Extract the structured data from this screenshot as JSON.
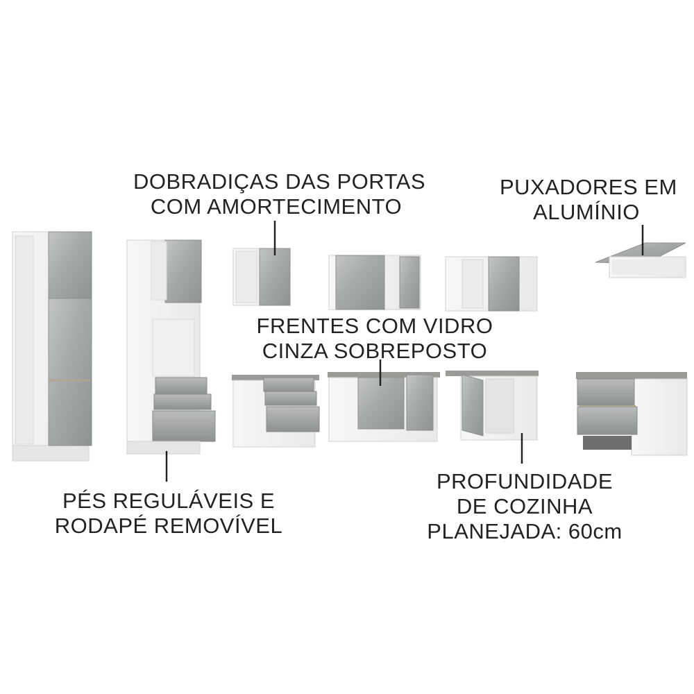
{
  "callouts": {
    "hinges": {
      "line1": "DOBRADIÇAS DAS PORTAS",
      "line2": "COM AMORTECIMENTO"
    },
    "handles": {
      "line1": "PUXADORES EM",
      "line2": "ALUMÍNIO"
    },
    "glass_fronts": {
      "line1": "FRENTES COM VIDRO",
      "line2": "CINZA SOBREPOSTO"
    },
    "feet": {
      "line1": "PÉS REGULÁVEIS E",
      "line2": "RODAPÉ REMOVÍVEL"
    },
    "depth": {
      "line1": "PROFUNDIDADE",
      "line2": "DE COZINHA",
      "line3": "PLANEJADA: 60cm"
    }
  },
  "colors": {
    "cabinet_body": "#f4f4f4",
    "cabinet_edge": "#cfcfcf",
    "glass_front": "#a9acad",
    "glass_highlight": "#c4c6c7",
    "interior_shadow": "#e2e2e2",
    "countertop": "#9a9a97",
    "leader_line": "#222222"
  }
}
